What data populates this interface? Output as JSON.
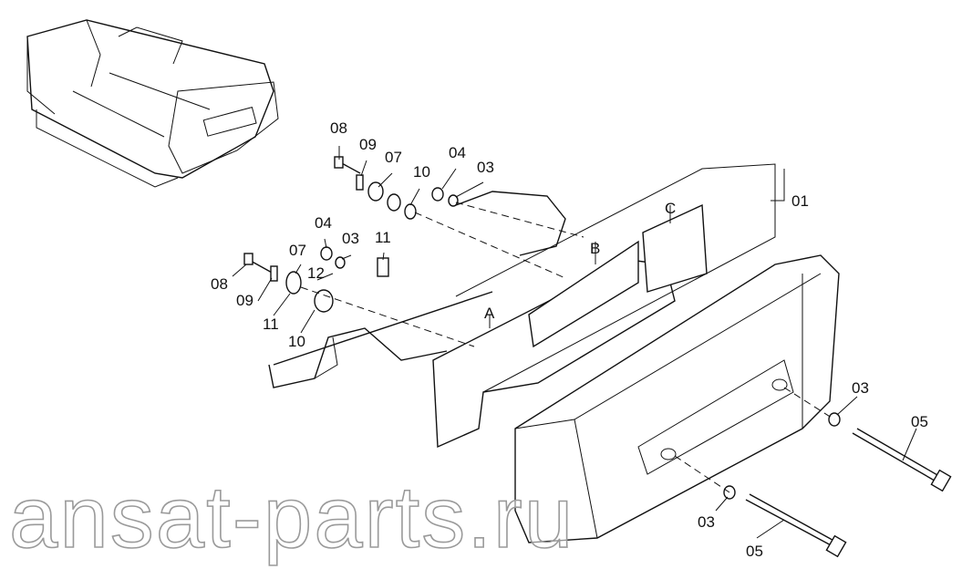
{
  "diagram": {
    "watermark": "ansat-parts.ru",
    "callouts": [
      {
        "id": "c1",
        "text": "08"
      },
      {
        "id": "c2",
        "text": "09"
      },
      {
        "id": "c3",
        "text": "07"
      },
      {
        "id": "c4",
        "text": "10"
      },
      {
        "id": "c5",
        "text": "04"
      },
      {
        "id": "c6",
        "text": "03"
      },
      {
        "id": "c7",
        "text": "01"
      },
      {
        "id": "c8",
        "text": "C"
      },
      {
        "id": "c9",
        "text": "B"
      },
      {
        "id": "c10",
        "text": "04"
      },
      {
        "id": "c11",
        "text": "03"
      },
      {
        "id": "c12",
        "text": "07"
      },
      {
        "id": "c13",
        "text": "11"
      },
      {
        "id": "c14",
        "text": "12"
      },
      {
        "id": "c15",
        "text": "08"
      },
      {
        "id": "c16",
        "text": "09"
      },
      {
        "id": "c17",
        "text": "11"
      },
      {
        "id": "c18",
        "text": "10"
      },
      {
        "id": "c19",
        "text": "A"
      },
      {
        "id": "c20",
        "text": "03"
      },
      {
        "id": "c21",
        "text": "05"
      },
      {
        "id": "c22",
        "text": "03"
      },
      {
        "id": "c23",
        "text": "05"
      }
    ]
  }
}
